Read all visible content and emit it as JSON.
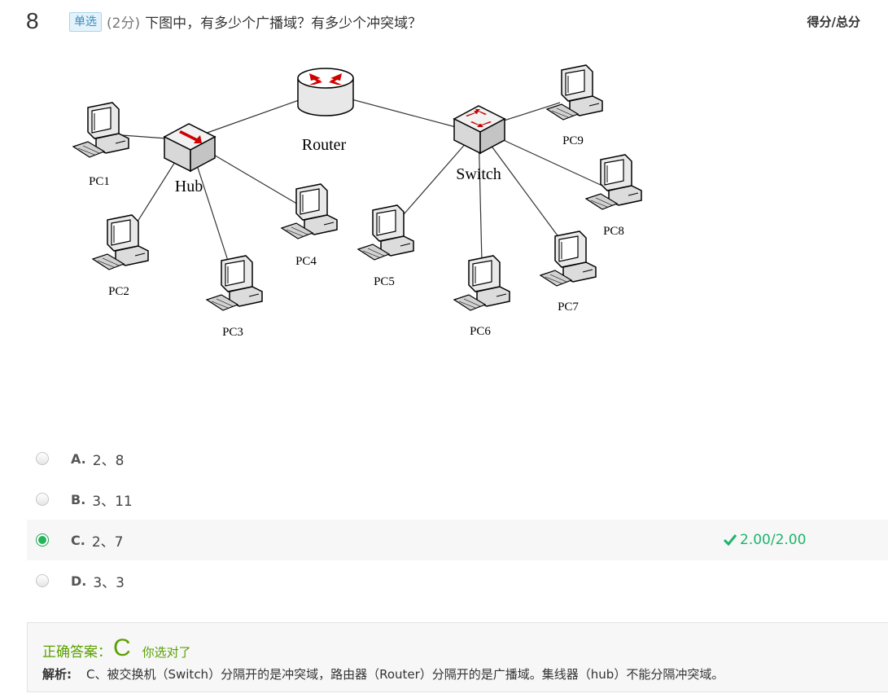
{
  "question": {
    "number": "8",
    "type_badge": "单选",
    "score": "(2分)",
    "text": "下图中，有多少个广播域？有多少个冲突域？",
    "score_total_label": "得分/总分"
  },
  "diagram": {
    "router_label": "Router",
    "hub_label": "Hub",
    "switch_label": "Switch",
    "pcs": [
      "PC1",
      "PC2",
      "PC3",
      "PC4",
      "PC5",
      "PC6",
      "PC7",
      "PC8",
      "PC9"
    ]
  },
  "options": [
    {
      "letter": "A.",
      "text": "2、8",
      "selected": false
    },
    {
      "letter": "B.",
      "text": "3、11",
      "selected": false
    },
    {
      "letter": "C.",
      "text": "2、7",
      "selected": true,
      "result": "2.00/2.00"
    },
    {
      "letter": "D.",
      "text": "3、3",
      "selected": false
    }
  ],
  "answer": {
    "label": "正确答案：",
    "letter": "C",
    "feedback": "你选对了",
    "explain_label": "解析:",
    "explain_text": "C、被交换机（Switch）分隔开的是冲突域，路由器（Router）分隔开的是广播域。集线器（hub）不能分隔冲突域。"
  },
  "colors": {
    "correct_green": "#1fb46c",
    "answer_green": "#5aa000",
    "badge_blue": "#3a8bc0"
  }
}
